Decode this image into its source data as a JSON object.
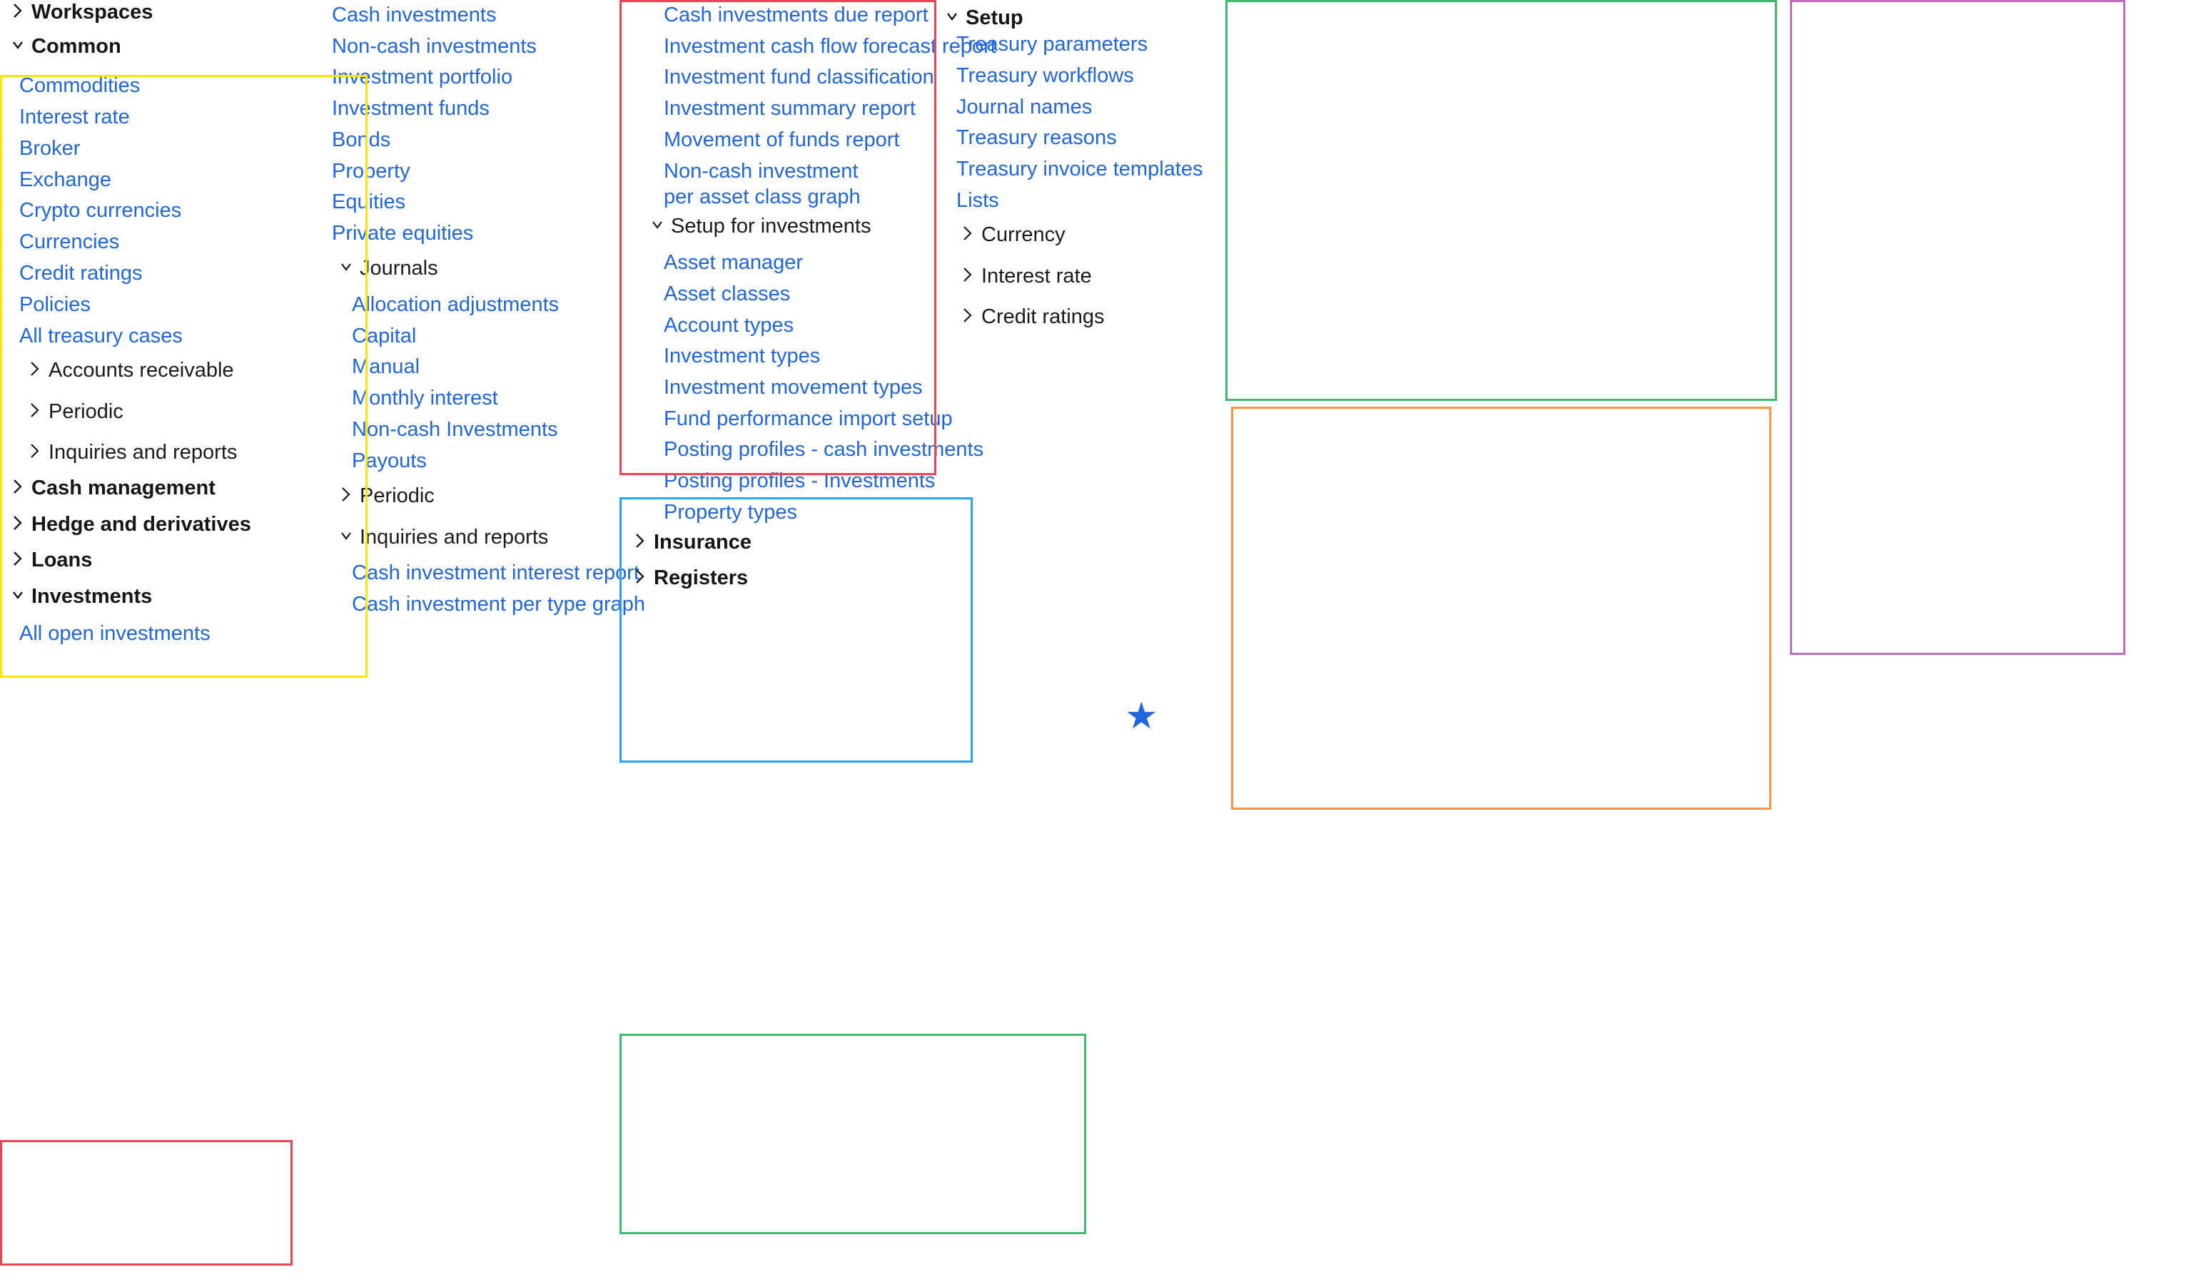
{
  "navigation": {
    "column1": {
      "items": [
        {
          "label": "Workspaces",
          "type": "group-collapsed",
          "icon": "chevron-right-icon"
        },
        {
          "label": "Common",
          "type": "group-expanded",
          "icon": "chevron-down-icon"
        },
        {
          "label": "Commodities",
          "type": "link"
        },
        {
          "label": "Interest rate",
          "type": "link"
        },
        {
          "label": "Broker",
          "type": "link"
        },
        {
          "label": "Exchange",
          "type": "link"
        },
        {
          "label": "Crypto currencies",
          "type": "link"
        },
        {
          "label": "Currencies",
          "type": "link"
        },
        {
          "label": "Credit ratings",
          "type": "link"
        },
        {
          "label": "Policies",
          "type": "link"
        },
        {
          "label": "All treasury cases",
          "type": "link"
        },
        {
          "label": "Accounts receivable",
          "type": "sub-collapsed",
          "icon": "chevron-right-icon"
        },
        {
          "label": "Periodic",
          "type": "sub-collapsed",
          "icon": "chevron-right-icon"
        },
        {
          "label": "Inquiries and reports",
          "type": "sub-collapsed",
          "icon": "chevron-right-icon"
        },
        {
          "label": "Cash management",
          "type": "group-collapsed",
          "icon": "chevron-right-icon"
        },
        {
          "label": "Hedge and derivatives",
          "type": "group-collapsed",
          "icon": "chevron-right-icon"
        },
        {
          "label": "Loans",
          "type": "group-collapsed",
          "icon": "chevron-right-icon"
        },
        {
          "label": "Investments",
          "type": "group-expanded",
          "icon": "chevron-down-icon"
        },
        {
          "label": "All open investments",
          "type": "link"
        }
      ]
    },
    "column2": {
      "investment_links": [
        {
          "label": "Cash investments"
        },
        {
          "label": "Non-cash investments"
        },
        {
          "label": "Investment portfolio"
        },
        {
          "label": "Investment funds"
        },
        {
          "label": "Bonds"
        },
        {
          "label": "Property"
        },
        {
          "label": "Equities"
        },
        {
          "label": "Private equities"
        }
      ],
      "journals": {
        "header": "Journals",
        "header_icon": "chevron-down-icon",
        "items": [
          {
            "label": "Allocation adjustments"
          },
          {
            "label": "Capital"
          },
          {
            "label": "Manual"
          },
          {
            "label": "Monthly interest"
          },
          {
            "label": "Non-cash Investments"
          },
          {
            "label": "Payouts"
          }
        ]
      },
      "periodic": {
        "label": "Periodic",
        "icon": "chevron-right-icon"
      },
      "inquiries": {
        "header": "Inquiries and reports",
        "header_icon": "chevron-down-icon",
        "items": [
          {
            "label": "Cash investment interest report"
          },
          {
            "label": "Cash investment per type graph"
          }
        ]
      }
    },
    "column3": {
      "reports": [
        {
          "label": "Cash investments due report"
        },
        {
          "label": "Investment cash flow forecast report"
        },
        {
          "label": "Investment fund classification"
        },
        {
          "label": "Investment summary report"
        },
        {
          "label": "Movement of funds report"
        },
        {
          "label": "Non-cash investment per asset class graph"
        }
      ],
      "setup_for_investments": {
        "header": "Setup for investments",
        "header_icon": "chevron-down-icon",
        "items": [
          {
            "label": "Asset manager"
          },
          {
            "label": "Asset classes"
          },
          {
            "label": "Account types"
          },
          {
            "label": "Investment types"
          },
          {
            "label": "Investment movement types"
          },
          {
            "label": "Fund performance import setup"
          },
          {
            "label": "Posting profiles - cash investments"
          },
          {
            "label": "Posting profiles - Investments"
          },
          {
            "label": "Property types"
          }
        ]
      },
      "trailing": [
        {
          "label": "Insurance",
          "icon": "chevron-right-icon"
        },
        {
          "label": "Registers",
          "icon": "chevron-right-icon"
        }
      ]
    },
    "column4": {
      "setup": {
        "header": "Setup",
        "header_icon": "chevron-down-icon",
        "items": [
          {
            "label": "Treasury parameters",
            "type": "link"
          },
          {
            "label": "Treasury workflows",
            "type": "link"
          },
          {
            "label": "Journal names",
            "type": "link"
          },
          {
            "label": "Treasury reasons",
            "type": "link"
          },
          {
            "label": "Treasury invoice templates",
            "type": "link"
          },
          {
            "label": "Lists",
            "type": "link"
          },
          {
            "label": "Currency",
            "type": "sub-collapsed",
            "icon": "chevron-right-icon"
          },
          {
            "label": "Interest rate",
            "type": "sub-collapsed",
            "icon": "chevron-right-icon"
          },
          {
            "label": "Credit ratings",
            "type": "sub-collapsed",
            "icon": "chevron-right-icon"
          }
        ]
      }
    }
  },
  "annotations": {
    "star": {
      "glyph": "★",
      "color": "#2266dd"
    },
    "boxes": [
      {
        "name": "common-highlight",
        "color": "#ffe600"
      },
      {
        "name": "investments-highlight",
        "color": "#ee4455"
      },
      {
        "name": "investment-links-highlight",
        "color": "#ee4455"
      },
      {
        "name": "journals-highlight",
        "color": "#29a3f5"
      },
      {
        "name": "inquiries-highlight",
        "color": "#3dbb6e"
      },
      {
        "name": "reports-highlight",
        "color": "#3dbb6e"
      },
      {
        "name": "setup-for-investments-highlight",
        "color": "#f79646"
      },
      {
        "name": "setup-highlight",
        "color": "#c06ec0"
      }
    ]
  }
}
